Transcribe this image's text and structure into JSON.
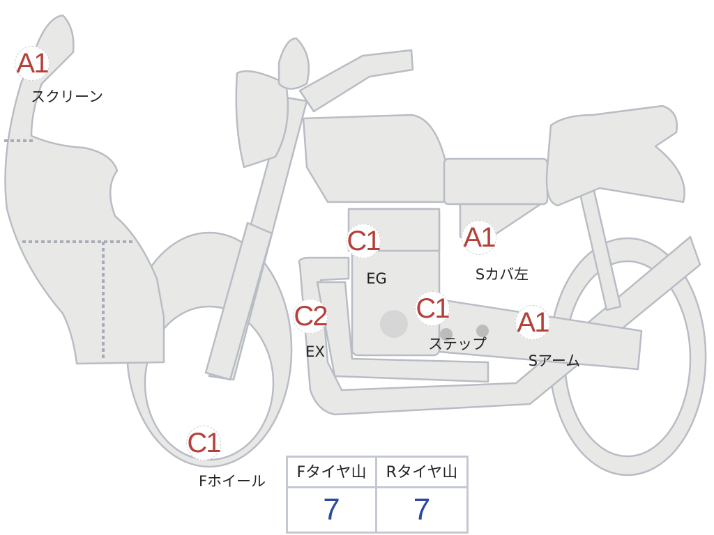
{
  "colors": {
    "body": "#e8e8e6",
    "outline": "#b8bcc4",
    "grade": "#b5403a",
    "value": "#2b4aa0"
  },
  "parts": [
    {
      "grade": "A1",
      "label": "スクリーン"
    },
    {
      "grade": "C1",
      "label": "EG"
    },
    {
      "grade": "A1",
      "label": "Sカバ左"
    },
    {
      "grade": "C2",
      "label": "EX"
    },
    {
      "grade": "C1",
      "label": "ステップ"
    },
    {
      "grade": "A1",
      "label": "Sアーム"
    },
    {
      "grade": "C1",
      "label": "Fホイール"
    }
  ],
  "tire_table": {
    "headers": [
      "Fタイヤ山",
      "Rタイヤ山"
    ],
    "values": [
      "7",
      "7"
    ]
  }
}
